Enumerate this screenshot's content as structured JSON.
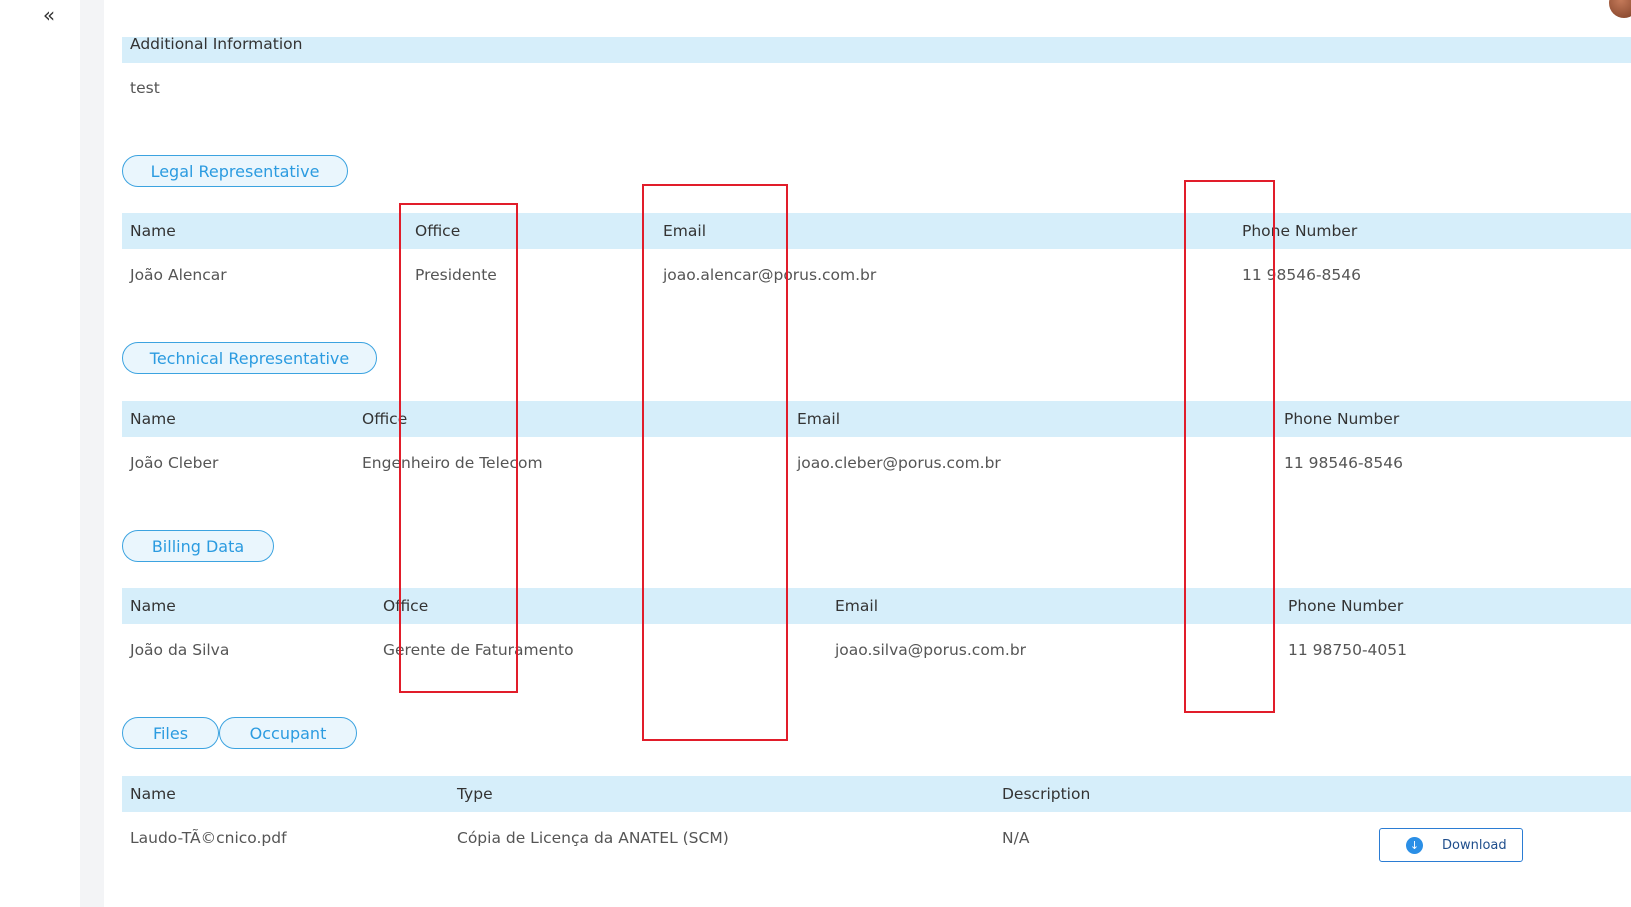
{
  "nav": {
    "collapse_icon": "«"
  },
  "additional_info": {
    "header": "Additional Information",
    "value": "test"
  },
  "legal": {
    "pill": "Legal Representative",
    "headers": [
      "Name",
      "Office",
      "Email",
      "Phone Number"
    ],
    "row": [
      "João Alencar",
      "Presidente",
      "joao.alencar@porus.com.br",
      "11 98546-8546"
    ]
  },
  "technical": {
    "pill": "Technical Representative",
    "headers": [
      "Name",
      "Office",
      "Email",
      "Phone Number"
    ],
    "row": [
      "João Cleber",
      "Engenheiro de Telecom",
      "joao.cleber@porus.com.br",
      "11 98546-8546"
    ]
  },
  "billing": {
    "pill": "Billing Data",
    "headers": [
      "Name",
      "Office",
      "Email",
      "Phone Number"
    ],
    "row": [
      "João da Silva",
      "Gerente de Faturamento",
      "joao.silva@porus.com.br",
      "11 98750-4051"
    ]
  },
  "files": {
    "tabs": [
      "Files",
      "Occupant"
    ],
    "headers": [
      "Name",
      "Type",
      "Description"
    ],
    "row": [
      "Laudo-TÃ©cnico.pdf",
      "Cópia de Licença da ANATEL (SCM)",
      "N/A"
    ],
    "download_label": "Download",
    "download_icon": "download-icon"
  },
  "colors": {
    "header_bar": "#d6eefa",
    "pill_border": "#3ca3e0",
    "pill_text": "#2b9be0",
    "highlight": "#e11d2a"
  }
}
